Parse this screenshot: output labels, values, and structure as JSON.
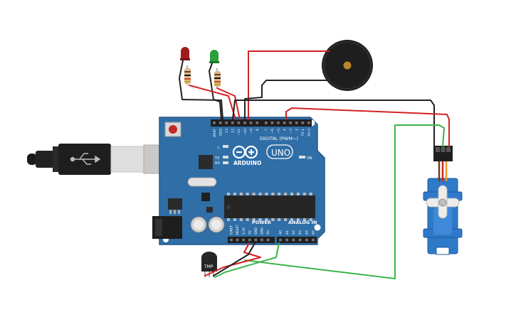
{
  "board": {
    "brand": "ARDUINO",
    "model": "UNO",
    "digital_label": "DIGITAL (PWM~)",
    "power_label": "POWER",
    "analog_label": "ANALOG IN",
    "on_label": "ON",
    "l_label": "L",
    "tx_label": "TX",
    "rx_label": "RX",
    "top_pins": [
      "AREF",
      "GND",
      "13",
      "12",
      "~11",
      "~10",
      "~9",
      "8",
      "7",
      "~6",
      "~5",
      "4",
      "~3",
      "2",
      "TX 1",
      "RX 0"
    ],
    "power_pins": [
      "IOREF",
      "RESET",
      "3.3V",
      "5V",
      "GND",
      "GND",
      "Vin"
    ],
    "analog_pins": [
      "A0",
      "A1",
      "A2",
      "A3",
      "A4",
      "A5"
    ]
  },
  "sensor": {
    "label": "TMP"
  },
  "colors": {
    "board": "#2f6ea7",
    "board_dark": "#24588a",
    "wire_red": "#d22222",
    "wire_black": "#222222",
    "wire_green": "#39b54a",
    "servo": "#2f79c9",
    "led_red": "#a01c1c",
    "led_green": "#2aa13a"
  },
  "icons": [
    "usb-icon",
    "arduino-logo-icon"
  ]
}
